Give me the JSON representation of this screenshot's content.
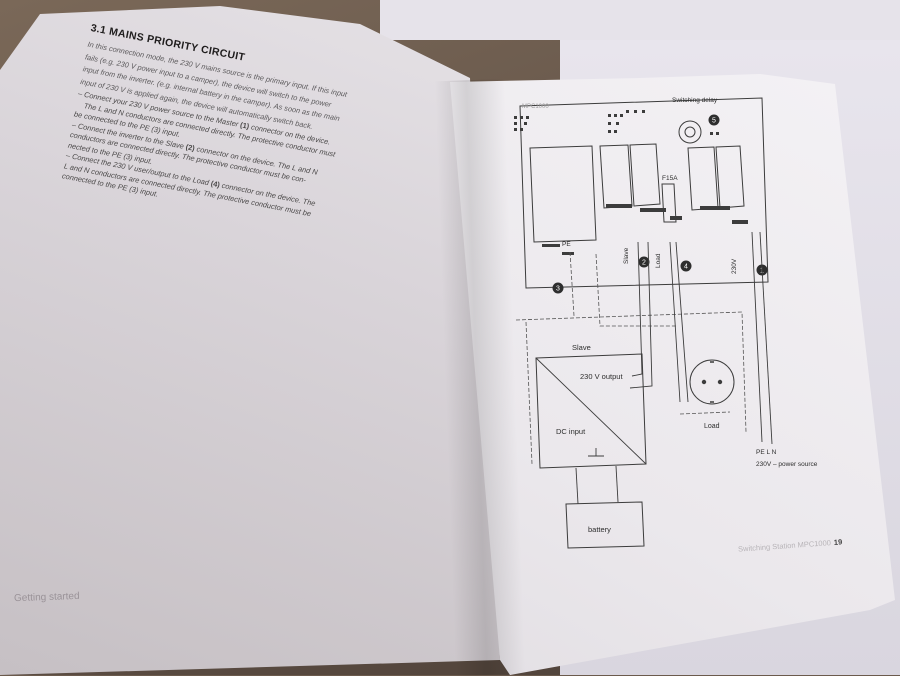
{
  "left_page": {
    "heading": "3.1 MAINS PRIORITY CIRCUIT",
    "intro_lines": [
      "In this connection mode, the 230 V mains source is the primary input. If this input",
      "fails (e.g. 230 V power input to a camper), the device will switch to the power",
      "input from the inverter. (e.g. internal battery in the camper). As soon as the main",
      "input of 230 V is applied again, the device will automatically switch back."
    ],
    "bullets": [
      {
        "parts": [
          "– Connect your 230 V power source to the Master ",
          "(1)",
          " connector on the device."
        ],
        "cont": [
          "The L and N conductors are connected directly. The protective conductor must",
          "be connected to the PE (3) input."
        ]
      },
      {
        "parts": [
          "– Connect the inverter to the Slave ",
          "(2)",
          " connector on the device. The L and N"
        ],
        "cont": [
          "conductors are connected directly. The protective conductor must be con-",
          "nected to the PE (3) input."
        ]
      },
      {
        "parts": [
          "– Connect the 230 V user/output to the Load ",
          "(4)",
          " connector on the device. The"
        ],
        "cont": [
          "L and N conductors are connected directly. The protective conductor must be",
          "connected to the PE (3) input."
        ]
      }
    ],
    "footer": "Getting started"
  },
  "diagram": {
    "model_label": "MPC1000",
    "switching_delay": "Switching delay",
    "fuse_label": "F15A",
    "pe_label": "PE",
    "slave_vertical": "Slave",
    "load_vertical": "Load",
    "v230_vertical": "230V",
    "marker_1": "1",
    "marker_2": "2",
    "marker_3": "3",
    "marker_4": "4",
    "marker_5": "5",
    "slave_box_label": "Slave",
    "output_label": "230 V output",
    "dc_input_label": "DC input",
    "load_label": "Load",
    "pe_l_n": "PE  L  N",
    "power_source": "230V – power source",
    "battery_label": "battery"
  },
  "right_footer": {
    "title": "Switching Station MPC1000",
    "page_number": "19"
  },
  "colors": {
    "line": "#3c3c3c",
    "dashed": "#555555",
    "text": "#2e2e2e"
  }
}
